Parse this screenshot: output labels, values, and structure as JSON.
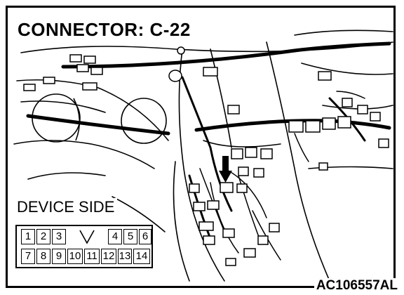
{
  "diagram": {
    "title": "CONNECTOR: C-22",
    "view_label": "DEVICE SIDE",
    "figure_code": "AC106557AL",
    "pin_rows": [
      [
        "1",
        "2",
        "3",
        "",
        "4",
        "5",
        "6"
      ],
      [
        "7",
        "8",
        "9",
        "10",
        "11",
        "12",
        "13",
        "14"
      ]
    ]
  }
}
